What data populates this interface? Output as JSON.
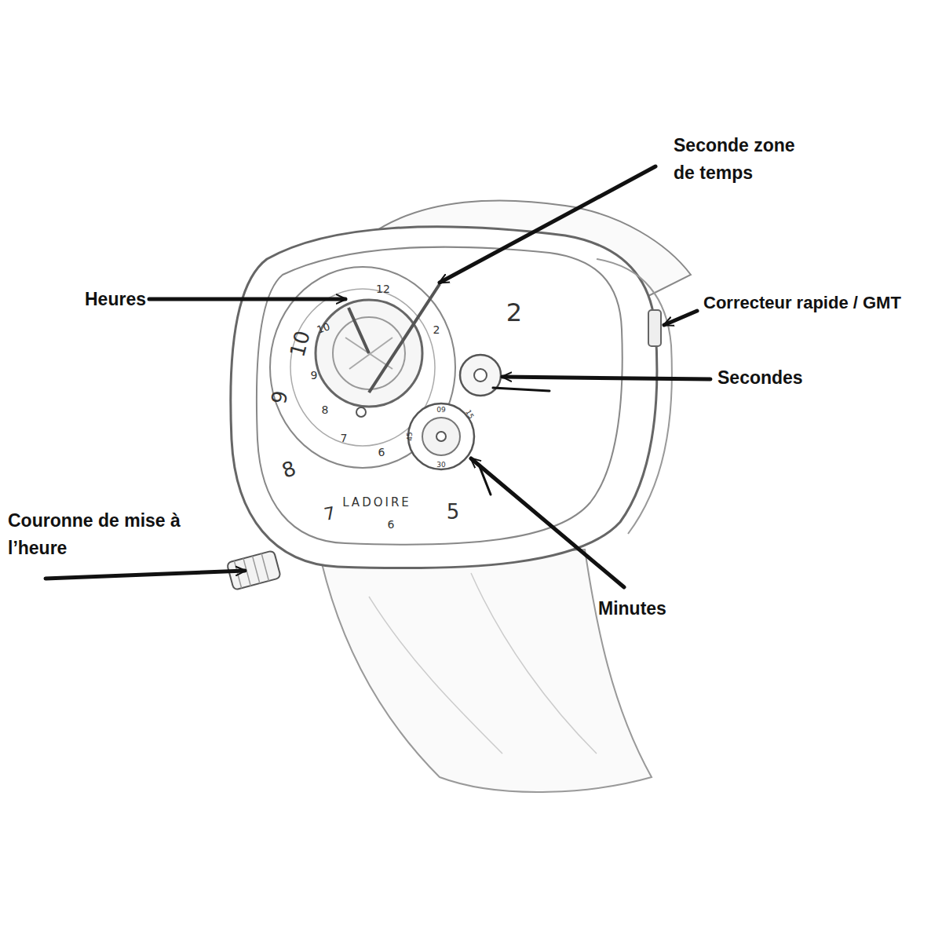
{
  "diagram": {
    "labels": [
      "Seconde zone de temps",
      "Heures",
      "Correcteur rapide / GMT",
      "Secondes",
      "Couronne de mise à l’heure",
      "Minutes",
      "12",
      "2",
      "10",
      "9",
      "8",
      "7",
      "6",
      "10",
      "9",
      "8",
      "7",
      "6",
      "5",
      "2",
      "15",
      "30",
      "45",
      "60",
      "LADOIRE"
    ]
  }
}
